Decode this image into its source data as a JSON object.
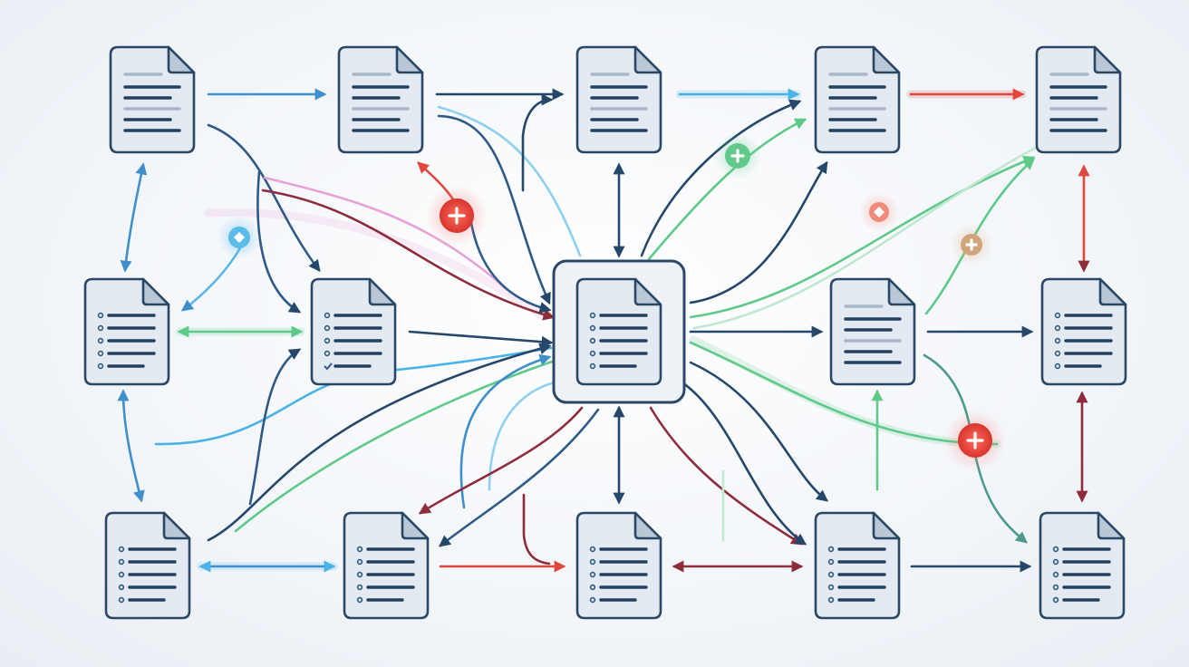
{
  "colors": {
    "navy": "#25476a",
    "blue": "#3f8fcb",
    "cyan": "#49b3e8",
    "green": "#5fc98a",
    "red": "#e0473d",
    "maroon": "#8e2c3b",
    "pink": "#e8a3d6",
    "tan": "#c79a6e",
    "teal": "#4c9a8e"
  },
  "icons": {
    "document": "document-icon",
    "add_badge": "plus-badge-icon",
    "sparkle_badge": "diamond-sparkle-icon"
  },
  "nodes": [
    {
      "id": "d1",
      "style": "lines"
    },
    {
      "id": "d2",
      "style": "lines"
    },
    {
      "id": "d3",
      "style": "lines"
    },
    {
      "id": "d4",
      "style": "lines"
    },
    {
      "id": "d5",
      "style": "lines"
    },
    {
      "id": "d6",
      "style": "list"
    },
    {
      "id": "d7",
      "style": "checklist"
    },
    {
      "id": "hub",
      "style": "list"
    },
    {
      "id": "d9",
      "style": "lines"
    },
    {
      "id": "d10",
      "style": "list"
    },
    {
      "id": "d11",
      "style": "list"
    },
    {
      "id": "d12",
      "style": "list"
    },
    {
      "id": "d13",
      "style": "list"
    },
    {
      "id": "d14",
      "style": "list"
    },
    {
      "id": "d15",
      "style": "list"
    }
  ]
}
